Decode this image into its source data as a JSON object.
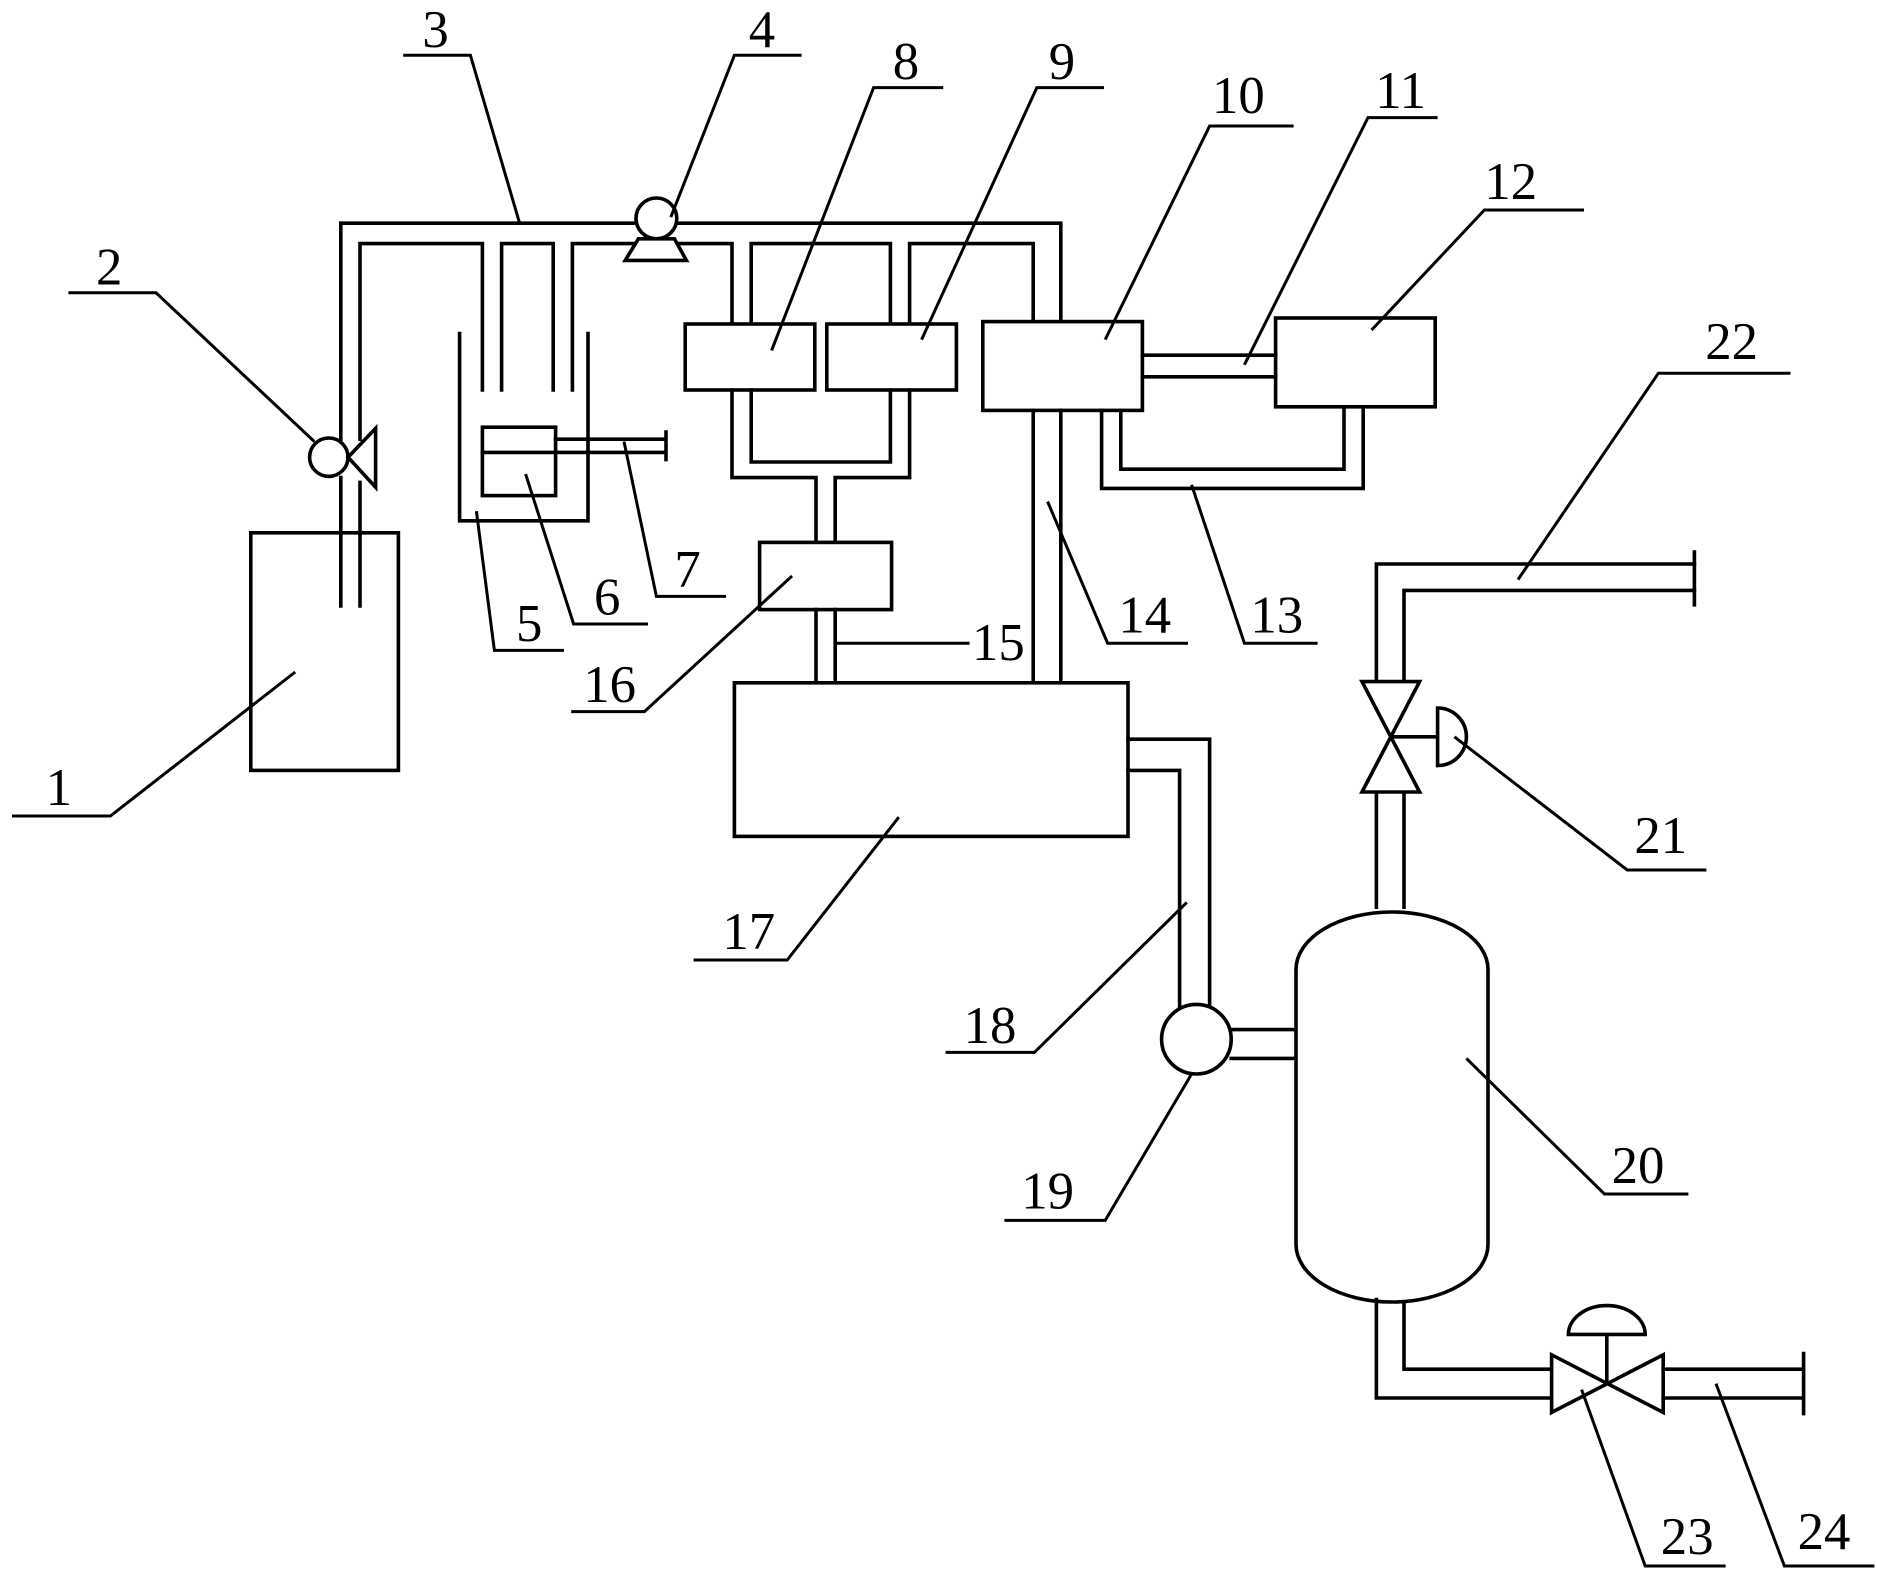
{
  "diagram": {
    "labels": {
      "l1": "1",
      "l2": "2",
      "l3": "3",
      "l4": "4",
      "l5": "5",
      "l6": "6",
      "l7": "7",
      "l8": "8",
      "l9": "9",
      "l10": "10",
      "l11": "11",
      "l12": "12",
      "l13": "13",
      "l14": "14",
      "l15": "15",
      "l16": "16",
      "l17": "17",
      "l18": "18",
      "l19": "19",
      "l20": "20",
      "l21": "21",
      "l22": "22",
      "l23": "23",
      "l24": "24"
    }
  }
}
